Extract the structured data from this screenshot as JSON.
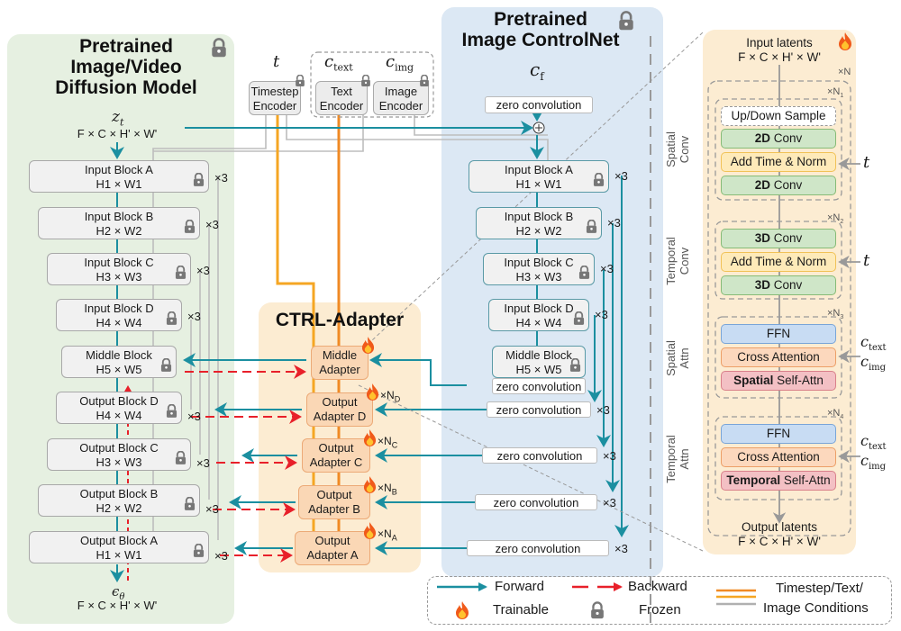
{
  "colors": {
    "forward": "#1b8fa0",
    "backward": "#e8202a",
    "timestep_condition": "#f5a623",
    "text_condition": "#f08a24",
    "image_condition": "#b0b0b0",
    "frozen_panel": "#e6f0e1",
    "controlnet_panel": "#dce8f4",
    "adapter_panel": "#fcecd2"
  },
  "diffusion_model": {
    "title": "Pretrained Image/Video Diffusion Model",
    "title_lines": [
      "Pretrained",
      "Image/Video",
      "Diffusion Model"
    ],
    "input_symbol": "z",
    "input_sub": "t",
    "input_dims": "F × C × H' × W'",
    "output_symbol": "ϵ",
    "output_sub": "θ",
    "output_dims": "F × C × H' × W'",
    "blocks": [
      {
        "name": "Input Block A",
        "dims": "H1 × W1",
        "repeat": "×3"
      },
      {
        "name": "Input Block B",
        "dims": "H2 × W2",
        "repeat": "×3"
      },
      {
        "name": "Input Block C",
        "dims": "H3 × W3",
        "repeat": "×3"
      },
      {
        "name": "Input Block D",
        "dims": "H4 × W4",
        "repeat": "×3"
      },
      {
        "name": "Middle Block",
        "dims": "H5 × W5",
        "repeat": ""
      },
      {
        "name": "Output Block D",
        "dims": "H4 × W4",
        "repeat": "×3"
      },
      {
        "name": "Output Block C",
        "dims": "H3 × W3",
        "repeat": "×3"
      },
      {
        "name": "Output Block B",
        "dims": "H2 × W2",
        "repeat": "×3"
      },
      {
        "name": "Output Block A",
        "dims": "H1 × W1",
        "repeat": "×3"
      }
    ]
  },
  "encoders": {
    "timestep": {
      "input": "t",
      "line1": "Timestep",
      "line2": "Encoder"
    },
    "text": {
      "input": "c",
      "input_sub": "text",
      "line1": "Text",
      "line2": "Encoder"
    },
    "image": {
      "input": "c",
      "input_sub": "img",
      "line1": "Image",
      "line2": "Encoder"
    }
  },
  "controlnet": {
    "title_lines": [
      "Pretrained",
      "Image ControlNet"
    ],
    "input_symbol": "c",
    "input_sub": "f",
    "zero_conv": "zero convolution",
    "blocks": [
      {
        "name": "Input Block A",
        "dims": "H1 × W1",
        "repeat": "×3"
      },
      {
        "name": "Input Block B",
        "dims": "H2 × W2",
        "repeat": "×3"
      },
      {
        "name": "Input Block C",
        "dims": "H3 × W3",
        "repeat": "×3"
      },
      {
        "name": "Input Block D",
        "dims": "H4 × W4",
        "repeat": "×3"
      },
      {
        "name": "Middle Block",
        "dims": "H5 × W5",
        "repeat": ""
      }
    ],
    "zero_conv_repeats": [
      "×3",
      "×3",
      "×3",
      "×3"
    ]
  },
  "ctrl_adapter": {
    "title": "CTRL-Adapter",
    "adapters": [
      {
        "line1": "Middle",
        "line2": "Adapter",
        "repeat": "",
        "repeat_sub": ""
      },
      {
        "line1": "Output",
        "line2": "Adapter D",
        "repeat": "×N",
        "repeat_sub": "D"
      },
      {
        "line1": "Output",
        "line2": "Adapter C",
        "repeat": "×N",
        "repeat_sub": "C"
      },
      {
        "line1": "Output",
        "line2": "Adapter B",
        "repeat": "×N",
        "repeat_sub": "B"
      },
      {
        "line1": "Output",
        "line2": "Adapter A",
        "repeat": "×N",
        "repeat_sub": "A"
      }
    ]
  },
  "adapter_detail": {
    "input_label": "Input latents",
    "input_dims": "F × C × H' × W'",
    "output_label": "Output latents",
    "output_dims": "F × C × H' × W'",
    "outer_repeat": "×N",
    "sections": [
      {
        "label_lines": [
          "Spatial",
          "Conv"
        ],
        "repeat": "×N",
        "repeat_sub": "1",
        "items": [
          {
            "bold": "",
            "text": "Up/Down Sample",
            "style": "white"
          },
          {
            "bold": "2D",
            "text": " Conv",
            "style": "green"
          },
          {
            "bold": "",
            "text": "Add Time & Norm",
            "style": "yellow"
          },
          {
            "bold": "2D",
            "text": " Conv",
            "style": "green"
          }
        ],
        "side_input": "t"
      },
      {
        "label_lines": [
          "Temporal",
          "Conv"
        ],
        "repeat": "×N",
        "repeat_sub": "2",
        "items": [
          {
            "bold": "3D",
            "text": " Conv",
            "style": "green"
          },
          {
            "bold": "",
            "text": "Add Time & Norm",
            "style": "yellow"
          },
          {
            "bold": "3D",
            "text": " Conv",
            "style": "green"
          }
        ],
        "side_input": "t"
      },
      {
        "label_lines": [
          "Spatial",
          "Attn"
        ],
        "repeat": "×N",
        "repeat_sub": "3",
        "items": [
          {
            "bold": "",
            "text": "FFN",
            "style": "blue"
          },
          {
            "bold": "",
            "text": "Cross Attention",
            "style": "orange"
          },
          {
            "bold": "Spatial",
            "text": " Self-Attn",
            "style": "pink"
          }
        ],
        "side_inputs": [
          {
            "sym": "c",
            "sub": "text"
          },
          {
            "sym": "c",
            "sub": "img"
          }
        ]
      },
      {
        "label_lines": [
          "Temporal",
          "Attn"
        ],
        "repeat": "×N",
        "repeat_sub": "4",
        "items": [
          {
            "bold": "",
            "text": "FFN",
            "style": "blue"
          },
          {
            "bold": "",
            "text": "Cross Attention",
            "style": "orange"
          },
          {
            "bold": "Temporal",
            "text": " Self-Attn",
            "style": "pink"
          }
        ],
        "side_inputs": [
          {
            "sym": "c",
            "sub": "text"
          },
          {
            "sym": "c",
            "sub": "img"
          }
        ]
      }
    ]
  },
  "legend": {
    "forward": "Forward",
    "backward": "Backward",
    "trainable": "Trainable",
    "frozen": "Frozen",
    "conditions_line1": "Timestep/Text/",
    "conditions_line2": "Image Conditions"
  },
  "icons": {
    "lock": "lock-icon",
    "fire": "fire-icon",
    "plus": "plus-circle-icon"
  }
}
